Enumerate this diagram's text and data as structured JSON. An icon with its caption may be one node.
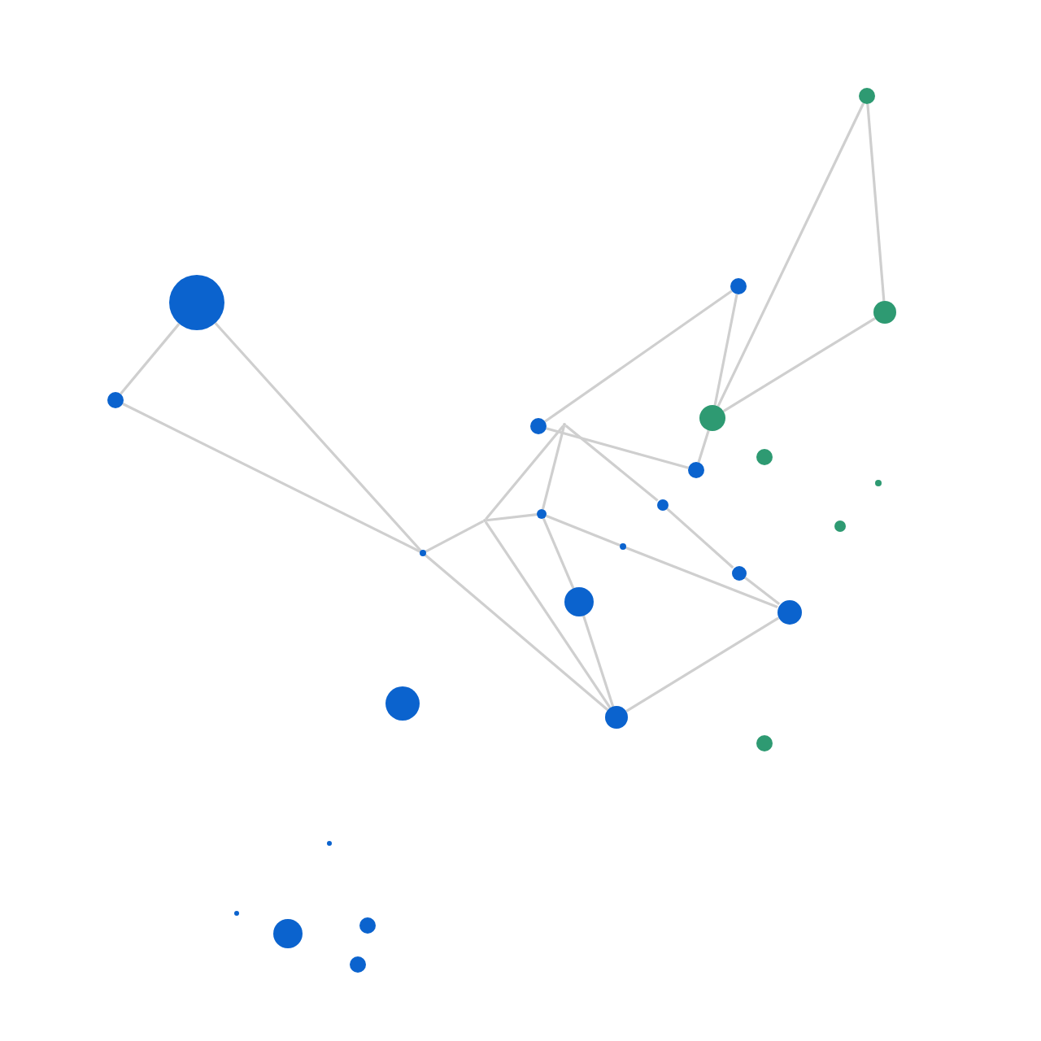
{
  "diagram": {
    "nodes": [
      {
        "text": [],
        "shape": "circle"
      },
      {
        "text": [],
        "shape": "circle"
      },
      {
        "text": [],
        "shape": "circle"
      },
      {
        "text": [],
        "shape": "circle"
      },
      {
        "text": [],
        "shape": "circle"
      },
      {
        "text": [],
        "shape": "circle"
      },
      {
        "text": [],
        "shape": "circle"
      },
      {
        "text": [],
        "shape": "circle"
      },
      {
        "text": [],
        "shape": "circle"
      },
      {
        "text": [],
        "shape": "circle"
      },
      {
        "text": [],
        "shape": "circle"
      },
      {
        "text": [],
        "shape": "circle"
      },
      {
        "text": [],
        "shape": "circle"
      },
      {
        "text": [],
        "shape": "circle"
      },
      {
        "text": [],
        "shape": "circle"
      },
      {
        "text": [],
        "shape": "circle"
      },
      {
        "text": [],
        "shape": "circle"
      },
      {
        "text": [],
        "shape": "circle"
      },
      {
        "text": [],
        "shape": "circle"
      },
      {
        "text": [],
        "shape": "circle"
      },
      {
        "text": [],
        "shape": "circle"
      },
      {
        "text": [],
        "shape": "circle"
      },
      {
        "text": [],
        "shape": "circle"
      },
      {
        "text": [],
        "shape": "circle"
      },
      {
        "text": [],
        "shape": "circle"
      },
      {
        "text": [],
        "shape": "circle"
      },
      {
        "text": [],
        "shape": "point"
      },
      {
        "text": [],
        "shape": "point"
      }
    ],
    "edges": [
      {
        "from": 0,
        "to": 1,
        "arrow": "none"
      },
      {
        "from": 0,
        "to": 2,
        "arrow": "none"
      },
      {
        "from": 1,
        "to": 2,
        "arrow": "none"
      },
      {
        "from": 2,
        "to": 26,
        "arrow": "none"
      },
      {
        "from": 2,
        "to": 19,
        "arrow": "none"
      },
      {
        "from": 26,
        "to": 27,
        "arrow": "none"
      },
      {
        "from": 26,
        "to": 12,
        "arrow": "none"
      },
      {
        "from": 26,
        "to": 19,
        "arrow": "none"
      },
      {
        "from": 27,
        "to": 12,
        "arrow": "none"
      },
      {
        "from": 12,
        "to": 15,
        "arrow": "none"
      },
      {
        "from": 15,
        "to": 19,
        "arrow": "none"
      },
      {
        "from": 12,
        "to": 13,
        "arrow": "none"
      },
      {
        "from": 13,
        "to": 17,
        "arrow": "none"
      },
      {
        "from": 27,
        "to": 14,
        "arrow": "none"
      },
      {
        "from": 14,
        "to": 16,
        "arrow": "none"
      },
      {
        "from": 16,
        "to": 17,
        "arrow": "none"
      },
      {
        "from": 17,
        "to": 19,
        "arrow": "none"
      },
      {
        "from": 3,
        "to": 8,
        "arrow": "none"
      },
      {
        "from": 3,
        "to": 4,
        "arrow": "none"
      },
      {
        "from": 4,
        "to": 7,
        "arrow": "none"
      },
      {
        "from": 7,
        "to": 8,
        "arrow": "none"
      },
      {
        "from": 7,
        "to": 5,
        "arrow": "none"
      },
      {
        "from": 7,
        "to": 6,
        "arrow": "none"
      },
      {
        "from": 5,
        "to": 6,
        "arrow": "none"
      }
    ]
  }
}
